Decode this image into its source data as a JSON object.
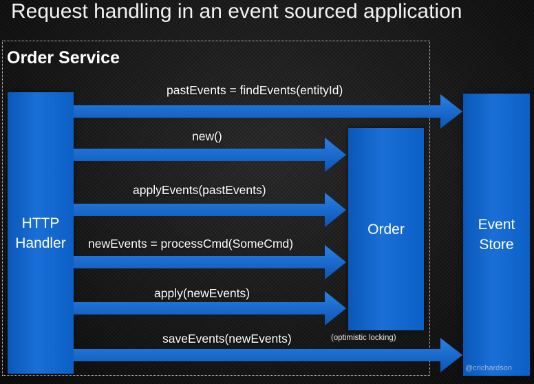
{
  "title": "Request handling in an event sourced application",
  "service_label": "Order Service",
  "blocks": {
    "handler": "HTTP\nHandler",
    "order": "Order",
    "store": "Event\nStore"
  },
  "messages": {
    "find_events": "pastEvents = findEvents(entityId)",
    "new": "new()",
    "apply_past": "applyEvents(pastEvents)",
    "process_cmd": "newEvents = processCmd(SomeCmd)",
    "apply_new": "apply(newEvents)",
    "save_events": "saveEvents(newEvents)"
  },
  "note": "(optimistic locking)",
  "credit": "@crichardson",
  "colors": {
    "block_blue": "#1565c9",
    "arrow_blue": "#1a6bd0"
  }
}
